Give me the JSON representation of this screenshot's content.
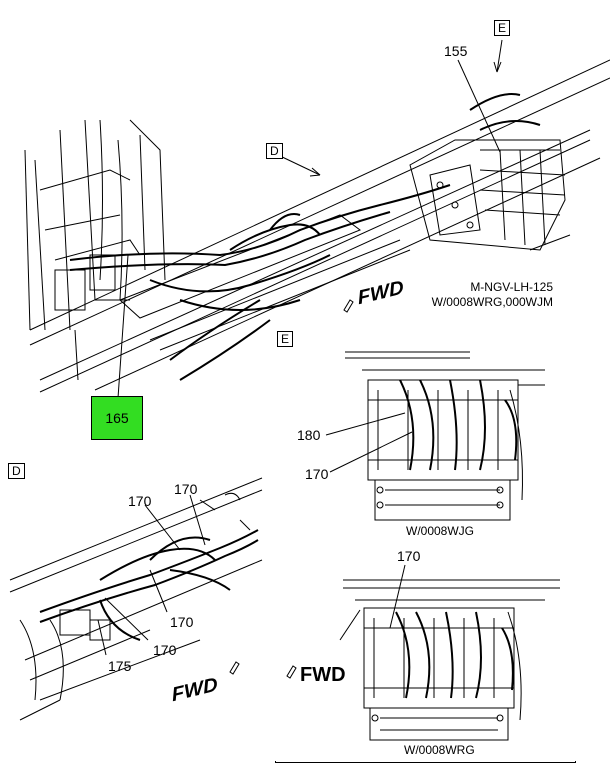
{
  "main_view": {
    "section_labels": [
      "E",
      "D"
    ],
    "part_155": "155",
    "part_165": "165",
    "highlight_color": "#33dd22",
    "fwd": "FWD",
    "model_code": "M-NGV-LH-125",
    "model_config": "W/0008WRG,000WJM"
  },
  "detail_d": {
    "label": "D",
    "callouts": [
      "170",
      "170",
      "170",
      "170",
      "175"
    ],
    "fwd": "FWD"
  },
  "detail_e": {
    "label": "E",
    "top_callouts": [
      "180",
      "170"
    ],
    "top_caption": "W/0008WJG",
    "bottom_callout": "170",
    "bottom_caption": "W/0008WRG",
    "fwd": "FWD"
  }
}
